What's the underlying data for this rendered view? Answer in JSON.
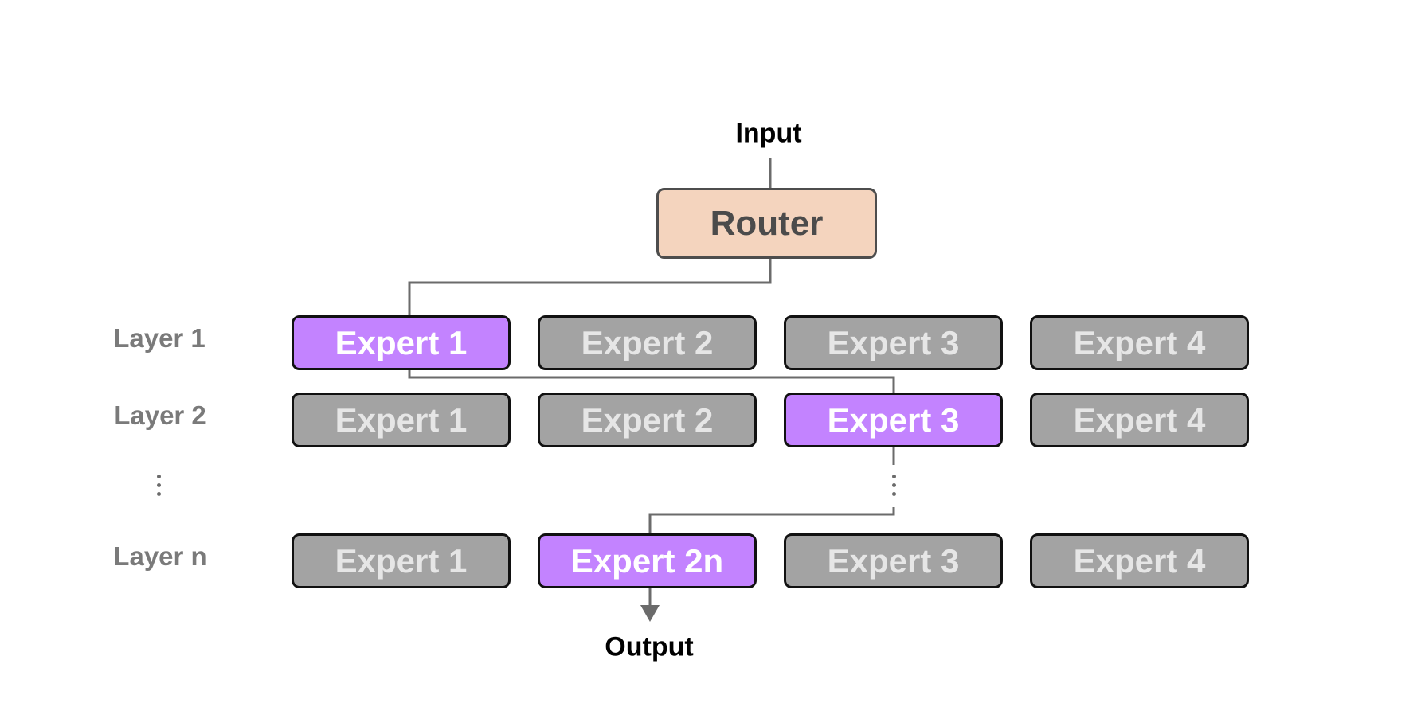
{
  "input_label": "Input",
  "router_label": "Router",
  "output_label": "Output",
  "layers": [
    {
      "label": "Layer 1",
      "experts": [
        {
          "label": "Expert 1",
          "active": true
        },
        {
          "label": "Expert 2",
          "active": false
        },
        {
          "label": "Expert 3",
          "active": false
        },
        {
          "label": "Expert 4",
          "active": false
        }
      ]
    },
    {
      "label": "Layer 2",
      "experts": [
        {
          "label": "Expert 1",
          "active": false
        },
        {
          "label": "Expert 2",
          "active": false
        },
        {
          "label": "Expert 3",
          "active": true
        },
        {
          "label": "Expert 4",
          "active": false
        }
      ]
    },
    {
      "label": "Layer n",
      "experts": [
        {
          "label": "Expert 1",
          "active": false
        },
        {
          "label": "Expert 2n",
          "active": true
        },
        {
          "label": "Expert 3",
          "active": false
        },
        {
          "label": "Expert 4",
          "active": false
        }
      ]
    }
  ],
  "colors": {
    "active_expert": "#c383ff",
    "inactive_expert": "#a3a3a3",
    "router_fill": "#f4d4be",
    "connector": "#6b6b6b"
  }
}
